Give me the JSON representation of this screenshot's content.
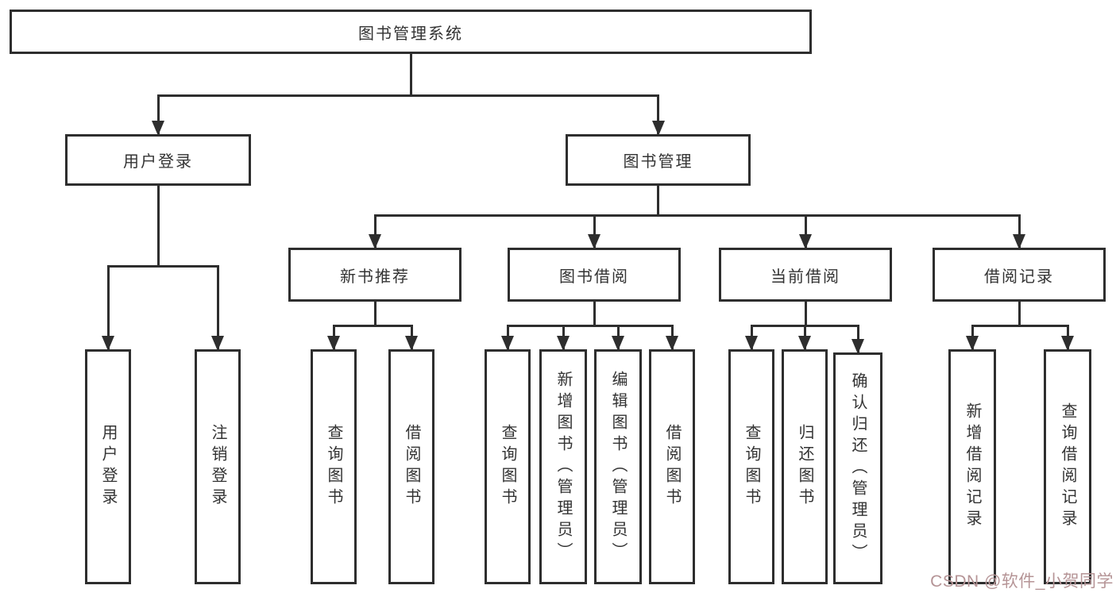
{
  "diagram": {
    "title": "图书管理系统",
    "watermark": "CSDN @软件_小贺同学",
    "colors": {
      "line": "#2e2e2e",
      "text": "#333333",
      "box_background": "#ffffff",
      "watermark": "#b59496"
    },
    "nodes": [
      {
        "id": "root",
        "label": "图书管理系统",
        "level": 1,
        "parent": null,
        "orientation": "horizontal"
      },
      {
        "id": "user-login",
        "label": "用户登录",
        "level": 2,
        "parent": "root",
        "orientation": "horizontal"
      },
      {
        "id": "book-mgmt",
        "label": "图书管理",
        "level": 2,
        "parent": "root",
        "orientation": "horizontal"
      },
      {
        "id": "new-book-rec",
        "label": "新书推荐",
        "level": 3,
        "parent": "book-mgmt",
        "orientation": "horizontal"
      },
      {
        "id": "book-borrow",
        "label": "图书借阅",
        "level": 3,
        "parent": "book-mgmt",
        "orientation": "horizontal"
      },
      {
        "id": "current-borrow",
        "label": "当前借阅",
        "level": 3,
        "parent": "book-mgmt",
        "orientation": "horizontal"
      },
      {
        "id": "borrow-records",
        "label": "借阅记录",
        "level": 3,
        "parent": "book-mgmt",
        "orientation": "horizontal"
      },
      {
        "id": "user-login-leaf",
        "label": "用户登录",
        "level": 4,
        "parent": "user-login",
        "orientation": "vertical"
      },
      {
        "id": "logout",
        "label": "注销登录",
        "level": 4,
        "parent": "user-login",
        "orientation": "vertical"
      },
      {
        "id": "rec-query",
        "label": "查询图书",
        "level": 4,
        "parent": "new-book-rec",
        "orientation": "vertical"
      },
      {
        "id": "rec-borrow",
        "label": "借阅图书",
        "level": 4,
        "parent": "new-book-rec",
        "orientation": "vertical"
      },
      {
        "id": "borrow-query",
        "label": "查询图书",
        "level": 4,
        "parent": "book-borrow",
        "orientation": "vertical"
      },
      {
        "id": "borrow-add",
        "label": "新增图书（管理员）",
        "level": 4,
        "parent": "book-borrow",
        "orientation": "vertical"
      },
      {
        "id": "borrow-edit",
        "label": "编辑图书（管理员）",
        "level": 4,
        "parent": "book-borrow",
        "orientation": "vertical"
      },
      {
        "id": "borrow-borrow",
        "label": "借阅图书",
        "level": 4,
        "parent": "book-borrow",
        "orientation": "vertical"
      },
      {
        "id": "cur-query",
        "label": "查询图书",
        "level": 4,
        "parent": "current-borrow",
        "orientation": "vertical"
      },
      {
        "id": "cur-return",
        "label": "归还图书",
        "level": 4,
        "parent": "current-borrow",
        "orientation": "vertical"
      },
      {
        "id": "cur-confirm",
        "label": "确认归还（管理员）",
        "level": 4,
        "parent": "current-borrow",
        "orientation": "vertical"
      },
      {
        "id": "rec2-add",
        "label": "新增借阅记录",
        "level": 4,
        "parent": "borrow-records",
        "orientation": "vertical"
      },
      {
        "id": "rec2-query",
        "label": "查询借阅记录",
        "level": 4,
        "parent": "borrow-records",
        "orientation": "vertical"
      }
    ]
  }
}
